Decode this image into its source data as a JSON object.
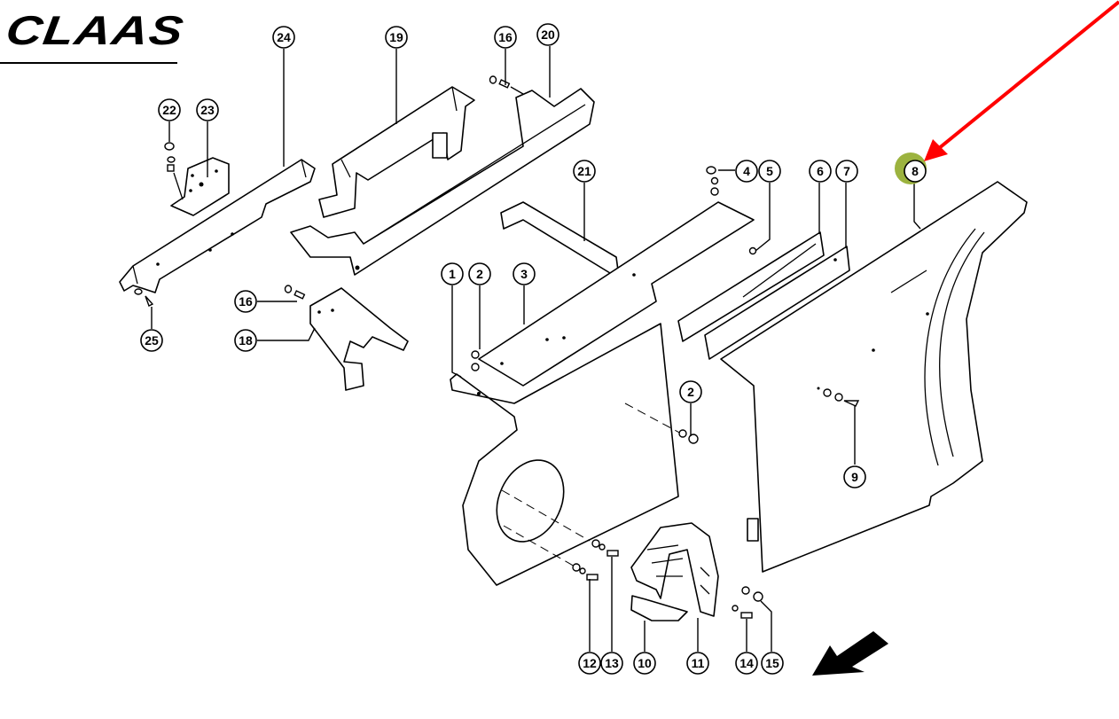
{
  "brand": {
    "logo_text": "CLAAS"
  },
  "highlight": {
    "part_number": "8",
    "highlight_color": "#9cb33f",
    "arrow_color": "#ff0000"
  },
  "callouts": [
    {
      "id": "1",
      "label": "1"
    },
    {
      "id": "2a",
      "label": "2"
    },
    {
      "id": "2b",
      "label": "2"
    },
    {
      "id": "3",
      "label": "3"
    },
    {
      "id": "4",
      "label": "4"
    },
    {
      "id": "5",
      "label": "5"
    },
    {
      "id": "6",
      "label": "6"
    },
    {
      "id": "7",
      "label": "7"
    },
    {
      "id": "8",
      "label": "8"
    },
    {
      "id": "9",
      "label": "9"
    },
    {
      "id": "10",
      "label": "10"
    },
    {
      "id": "11",
      "label": "11"
    },
    {
      "id": "12",
      "label": "12"
    },
    {
      "id": "13",
      "label": "13"
    },
    {
      "id": "14",
      "label": "14"
    },
    {
      "id": "15",
      "label": "15"
    },
    {
      "id": "16a",
      "label": "16"
    },
    {
      "id": "16b",
      "label": "16"
    },
    {
      "id": "18",
      "label": "18"
    },
    {
      "id": "19",
      "label": "19"
    },
    {
      "id": "20",
      "label": "20"
    },
    {
      "id": "21",
      "label": "21"
    },
    {
      "id": "22",
      "label": "22"
    },
    {
      "id": "23",
      "label": "23"
    },
    {
      "id": "24",
      "label": "24"
    },
    {
      "id": "25",
      "label": "25"
    }
  ],
  "direction_arrow": {
    "icon": "travel-direction-arrow-icon"
  }
}
